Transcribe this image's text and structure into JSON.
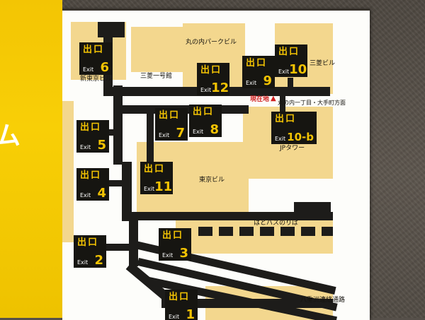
{
  "side_label": "ム",
  "colors": {
    "sign_yellow": "#f6c800",
    "panel_white": "#fdfdfa",
    "building_cream": "#f3d78e",
    "road_black": "#1d1c1a",
    "badge_black": "#161511",
    "badge_yellow": "#f2c303",
    "current_red": "#cf1f1f",
    "wall_brown": "#56504a"
  },
  "labels": {
    "shin_tokyo": "新東京ビル",
    "ichigokan": "三菱一号館",
    "park_bldg": "丸の内パークビル",
    "mitsubishi_bldg": "三菱ビル",
    "jp_tower": "JPタワー",
    "tokyo_bldg": "東京ビル",
    "hato_bus": "はとバスのりば",
    "yaesu": "八重洲連絡通路",
    "current_location": "現在地",
    "current_marker": "▲",
    "direction": "丸の内一丁目・大手町方面"
  },
  "exits": {
    "e1": {
      "ja": "出口",
      "en": "Exit",
      "num": "1"
    },
    "e2": {
      "ja": "出口",
      "en": "Exit",
      "num": "2"
    },
    "e3": {
      "ja": "出口",
      "en": "Exit",
      "num": "3"
    },
    "e4": {
      "ja": "出口",
      "en": "Exit",
      "num": "4"
    },
    "e5": {
      "ja": "出口",
      "en": "Exit",
      "num": "5"
    },
    "e6": {
      "ja": "出口",
      "en": "Exit",
      "num": "6"
    },
    "e7": {
      "ja": "出口",
      "en": "Exit",
      "num": "7"
    },
    "e8": {
      "ja": "出口",
      "en": "Exit",
      "num": "8"
    },
    "e9": {
      "ja": "出口",
      "en": "Exit",
      "num": "9"
    },
    "e10": {
      "ja": "出口",
      "en": "Exit",
      "num": "10"
    },
    "e10b": {
      "ja": "出口",
      "en": "Exit",
      "num": "10-b"
    },
    "e11": {
      "ja": "出口",
      "en": "Exit",
      "num": "11"
    },
    "e12": {
      "ja": "出口",
      "en": "Exit",
      "num": "12"
    }
  }
}
